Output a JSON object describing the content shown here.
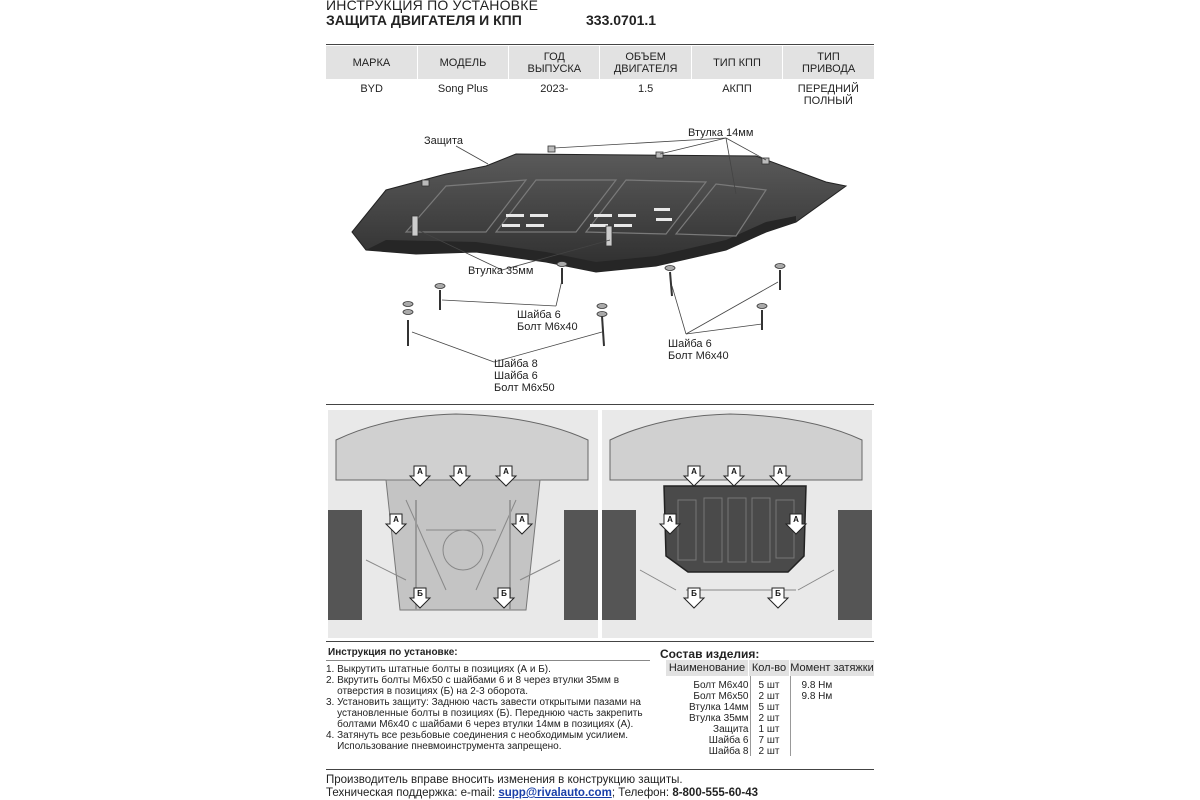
{
  "header": {
    "line1": "ИНСТРУКЦИЯ ПО УСТАНОВКЕ",
    "line2": "ЗАЩИТА ДВИГАТЕЛЯ И КПП",
    "code": "333.0701.1"
  },
  "spec_table": {
    "columns": [
      "МАРКА",
      "МОДЕЛЬ",
      "ГОД\nВЫПУСКА",
      "ОБЪЕМ\nДВИГАТЕЛЯ",
      "ТИП КПП",
      "ТИП\nПРИВОДА"
    ],
    "row": [
      "BYD",
      "Song Plus",
      "2023-",
      "1.5",
      "АКПП",
      "ПЕРЕДНИЙ\nПОЛНЫЙ"
    ]
  },
  "diagram_labels": {
    "guard": "Защита",
    "bushing14": "Втулка 14мм",
    "bushing35": "Втулка 35мм",
    "left_washer_bolt": "Шайба 6\nБолт М6х40",
    "right_washer_bolt": "Шайба 6\nБолт М6х40",
    "bottom_group": "Шайба 8\nШайба 6\nБолт М6х50"
  },
  "photo_markers": {
    "a": "А",
    "b": "Б"
  },
  "instructions": {
    "title": "Инструкция по установке:",
    "steps": [
      "1. Выкрутить штатные болты в позициях (А и Б).",
      "2. Вкрутить болты М6х50 с шайбами 6 и 8 через втулки 35мм в\n    отверстия в позициях (Б) на 2-3 оборота.",
      "3. Установить защиту: Заднюю часть завести открытыми пазами на\n    установленные болты в позициях (Б). Переднюю часть закрепить\n    болтами М6х40 с шайбами 6 через втулки 14мм в позициях (А).",
      "4. Затянуть все резьбовые соединения с необходимым усилием.\n    Использование пневмоинструмента запрещено."
    ]
  },
  "parts": {
    "title": "Состав изделия:",
    "headers": [
      "Наименование",
      "Кол-во",
      "Момент затяжки"
    ],
    "rows": [
      [
        "Болт М6х40",
        "5 шт",
        "9.8 Нм"
      ],
      [
        "Болт М6х50",
        "2 шт",
        "9.8 Нм"
      ],
      [
        "Втулка 14мм",
        "5 шт",
        ""
      ],
      [
        "Втулка 35мм",
        "2 шт",
        ""
      ],
      [
        "Защита",
        "1 шт",
        ""
      ],
      [
        "Шайба 6",
        "7 шт",
        ""
      ],
      [
        "Шайба 8",
        "2 шт",
        ""
      ]
    ]
  },
  "footer": {
    "note": "Производитель вправе вносить изменения в конструкцию защиты.",
    "support_label": "Техническая поддержка:  e-mail: ",
    "email": "supp@rivalauto.com",
    "phone_label": "; Телефон: ",
    "phone": "8-800-555-60-43"
  }
}
